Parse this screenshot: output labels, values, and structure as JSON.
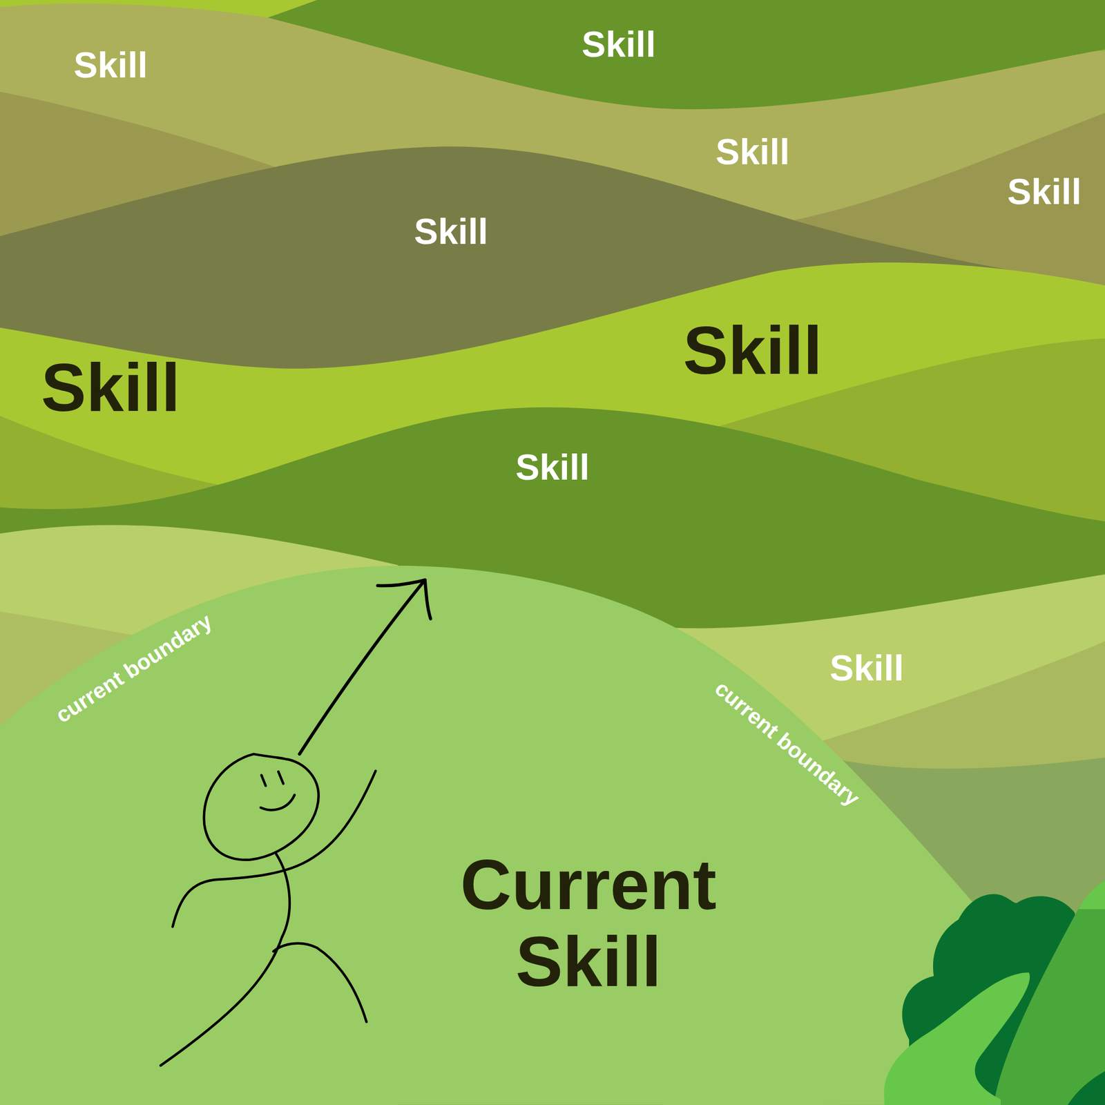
{
  "diagram": {
    "nodes": [
      {
        "text": [
          "Current Skill"
        ]
      }
    ],
    "labels": [
      "Skill",
      "Skill",
      "Skill",
      "Skill",
      "Skill",
      "Skill",
      "Skill",
      "Skill",
      "current boundary",
      "Skill",
      "current boundary"
    ]
  }
}
